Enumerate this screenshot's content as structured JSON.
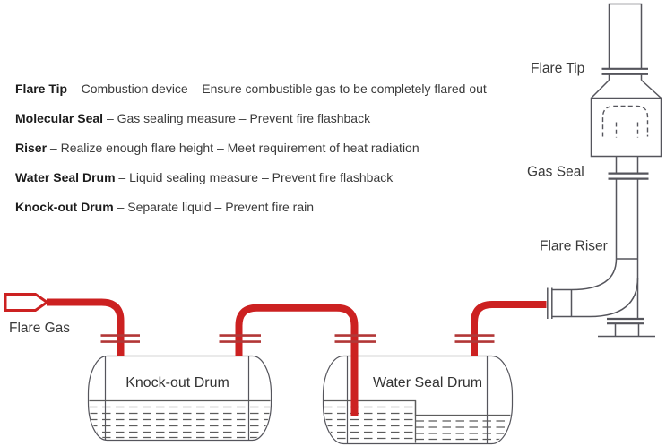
{
  "colors": {
    "background": "#ffffff",
    "line": "#55555c",
    "pipe_red": "#cc2121",
    "flange_red": "#b23737",
    "liquid": "#5c5c5c",
    "text": "#2d2d2d"
  },
  "legend": {
    "items": [
      {
        "term": "Flare Tip",
        "desc": "– Combustion device – Ensure combustible gas to be completely flared out"
      },
      {
        "term": "Molecular Seal",
        "desc": "– Gas sealing measure – Prevent fire flashback"
      },
      {
        "term": "Riser",
        "desc": "– Realize enough flare height – Meet requirement of heat radiation"
      },
      {
        "term": "Water Seal Drum",
        "desc": "– Liquid sealing measure – Prevent fire flashback"
      },
      {
        "term": "Knock-out Drum",
        "desc": "– Separate liquid – Prevent fire rain"
      }
    ]
  },
  "diagram": {
    "labels": {
      "flare_tip": "Flare Tip",
      "gas_seal": "Gas Seal",
      "flare_riser": "Flare Riser",
      "flare_gas": "Flare Gas",
      "knockout_drum": "Knock-out Drum",
      "water_seal_drum": "Water Seal Drum"
    }
  }
}
